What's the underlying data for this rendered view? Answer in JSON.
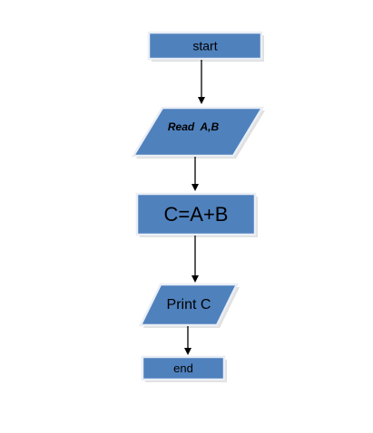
{
  "flowchart": {
    "nodes": {
      "start": {
        "label": "start",
        "shape": "terminal"
      },
      "read": {
        "label": "Read  A,B",
        "shape": "input-output"
      },
      "calc": {
        "label": "C=A+B",
        "shape": "process"
      },
      "print": {
        "label": "Print C",
        "shape": "input-output"
      },
      "end": {
        "label": "end",
        "shape": "terminal"
      }
    },
    "edges": [
      {
        "from": "start",
        "to": "read"
      },
      {
        "from": "read",
        "to": "calc"
      },
      {
        "from": "calc",
        "to": "print"
      },
      {
        "from": "print",
        "to": "end"
      }
    ],
    "colors": {
      "shape_fill": "#4f81bd",
      "shape_border": "#e9eef6",
      "connector": "#000000",
      "text": "#000000"
    }
  }
}
